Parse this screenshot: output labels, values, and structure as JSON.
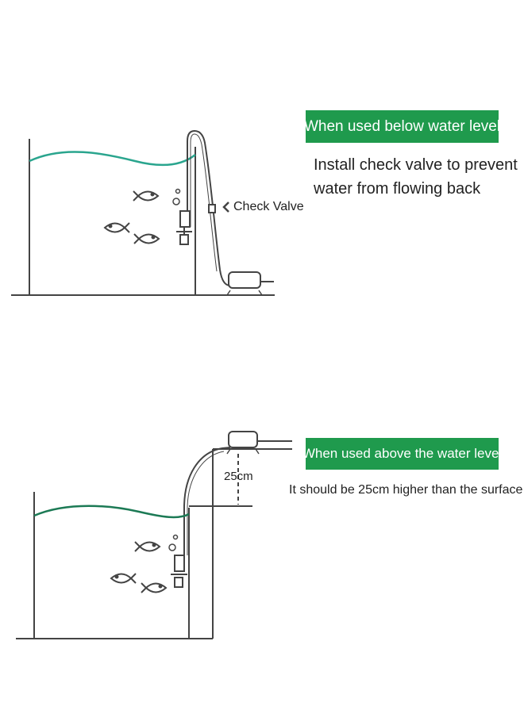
{
  "top": {
    "badge": "When used below water level",
    "note_line1": "Install check valve to prevent",
    "note_line2": "water from flowing back",
    "check_valve_label": "Check Valve"
  },
  "bottom": {
    "badge": "When used above the water level",
    "note": "It should be 25cm higher than the surface",
    "height_label": "25cm"
  },
  "colors": {
    "badge_bg": "#1f9a4d",
    "water_top": "#2aa58e",
    "water_bottom": "#1c7a55",
    "outline": "#444444"
  }
}
